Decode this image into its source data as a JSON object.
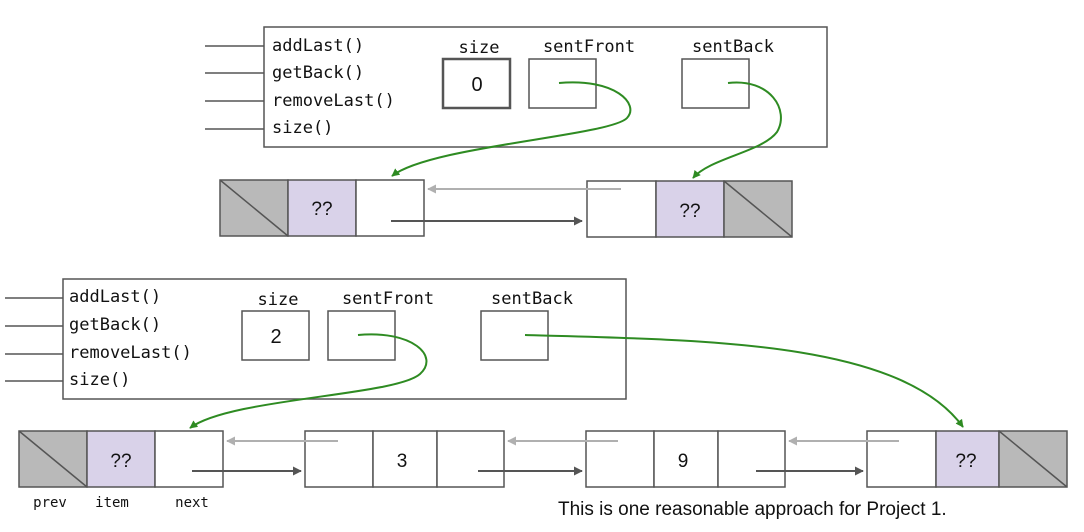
{
  "deque_top": {
    "methods": [
      "addLast()",
      "getBack()",
      "removeLast()",
      "size()"
    ],
    "fields": {
      "size_label": "size",
      "size_value": "0",
      "sent_front_label": "sentFront",
      "sent_back_label": "sentBack"
    },
    "nodes": [
      {
        "kind": "front-sentinel",
        "item": "??"
      },
      {
        "kind": "back-sentinel",
        "item": "??"
      }
    ]
  },
  "deque_bottom": {
    "methods": [
      "addLast()",
      "getBack()",
      "removeLast()",
      "size()"
    ],
    "fields": {
      "size_label": "size",
      "size_value": "2",
      "sent_front_label": "sentFront",
      "sent_back_label": "sentBack"
    },
    "nodes": [
      {
        "kind": "front-sentinel",
        "item": "??"
      },
      {
        "kind": "node",
        "item": "3"
      },
      {
        "kind": "node",
        "item": "9"
      },
      {
        "kind": "back-sentinel",
        "item": "??"
      }
    ],
    "node_field_labels": {
      "prev": "prev",
      "item": "item",
      "next": "next"
    }
  },
  "caption": "This is one reasonable approach for Project 1.",
  "colors": {
    "pointer_green": "#2e8b22",
    "sentinel_gray": "#b9b9b9",
    "item_purple": "#d9d2e9",
    "next_arrow": "#555555",
    "prev_arrow": "#b0b0b0",
    "outline": "#555555"
  }
}
